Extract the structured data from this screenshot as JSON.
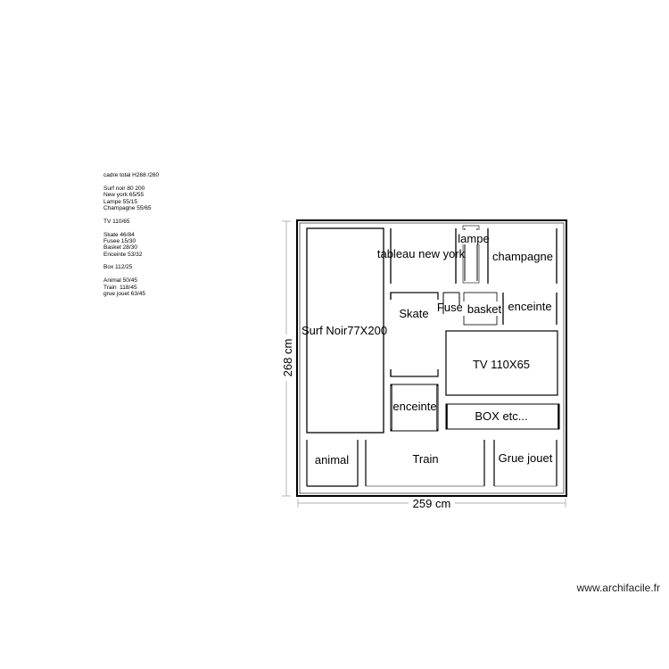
{
  "notes": {
    "lines": [
      "cadre total H268 /260",
      "",
      "Surf noir 80 200",
      "New york 65/55",
      "Lampe 55/15",
      "Champagne 55/65",
      "",
      "TV 110/65",
      "",
      "Skate 46/84",
      "Fusee 15/30",
      "Basket 28/30",
      "Enceinte 53/32",
      "",
      "Box 112/25",
      "",
      "Animal 50/45",
      "Train  118/45",
      "grue jouet 63/45"
    ]
  },
  "plan": {
    "width_label": "259 cm",
    "height_label": "268 cm",
    "items": {
      "surf": "Surf Noir77X200",
      "tableau": "tableau new york",
      "lampe": "lampe",
      "champagne": "champagne",
      "skate": "Skate",
      "fusee": "Fusee",
      "basket": "basket",
      "enceinte_right": "enceinte",
      "tv": "TV 110X65",
      "enceinte_left": "enceinte",
      "box": "BOX etc...",
      "animal": "animal",
      "train": "Train",
      "grue": "Grue jouet"
    }
  },
  "footer": {
    "credit": "www.archifacile.fr"
  }
}
